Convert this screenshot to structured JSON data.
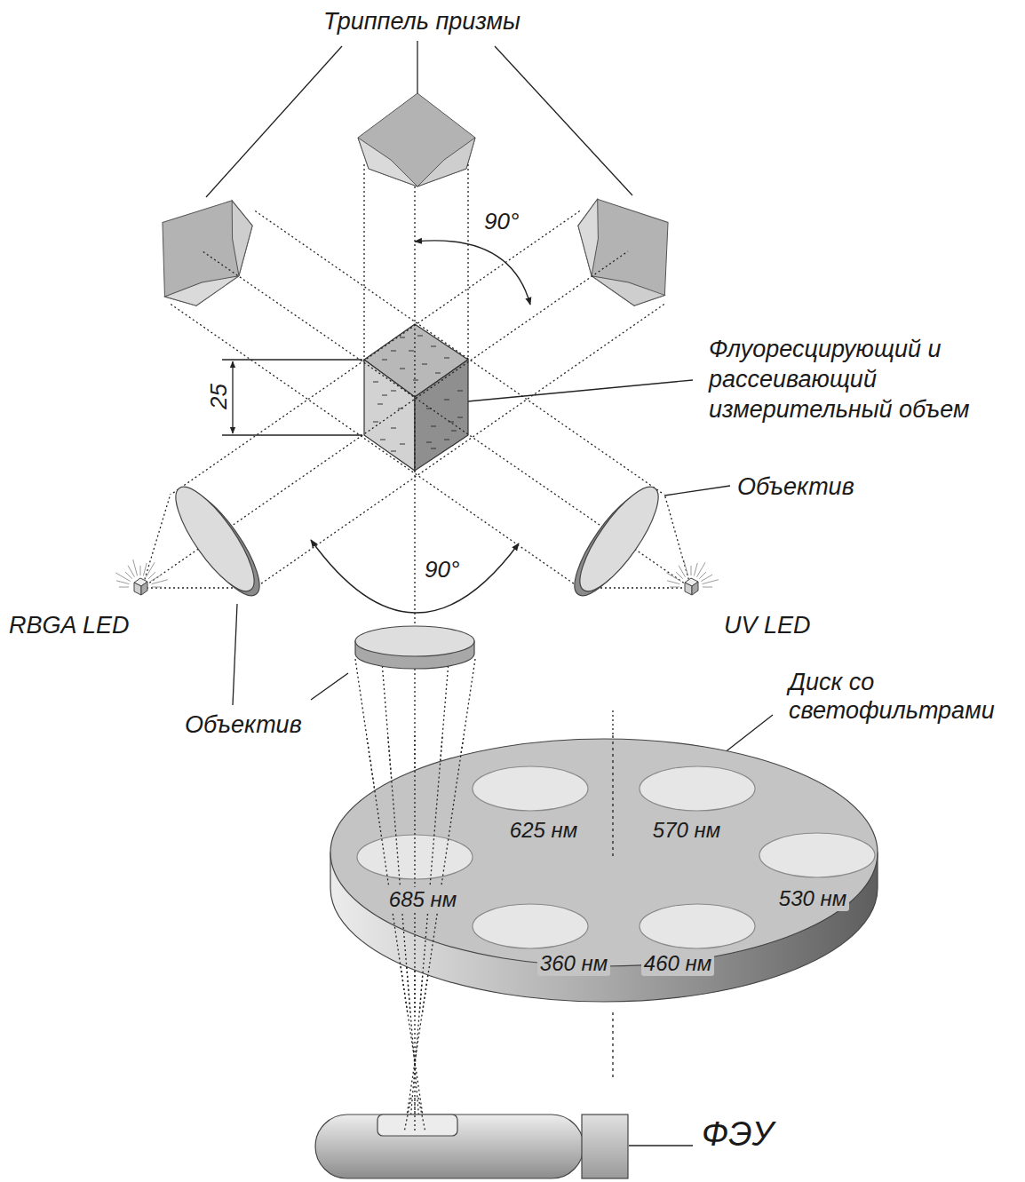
{
  "diagram": {
    "nodes": [
      {
        "text": [
          "625 нм",
          "570 нм",
          "685 нм",
          "530 нм",
          "360 нм",
          "460 нм"
        ]
      }
    ],
    "labels": [
      "Триппель призмы",
      "90°",
      "Флуоресцирующий и рассеивающий измерительный объем",
      "25",
      "Объектив",
      "90°",
      "RBGA LED",
      "UV LED",
      "Объектив",
      "Диск со светофильтрами",
      "ФЭУ"
    ]
  }
}
